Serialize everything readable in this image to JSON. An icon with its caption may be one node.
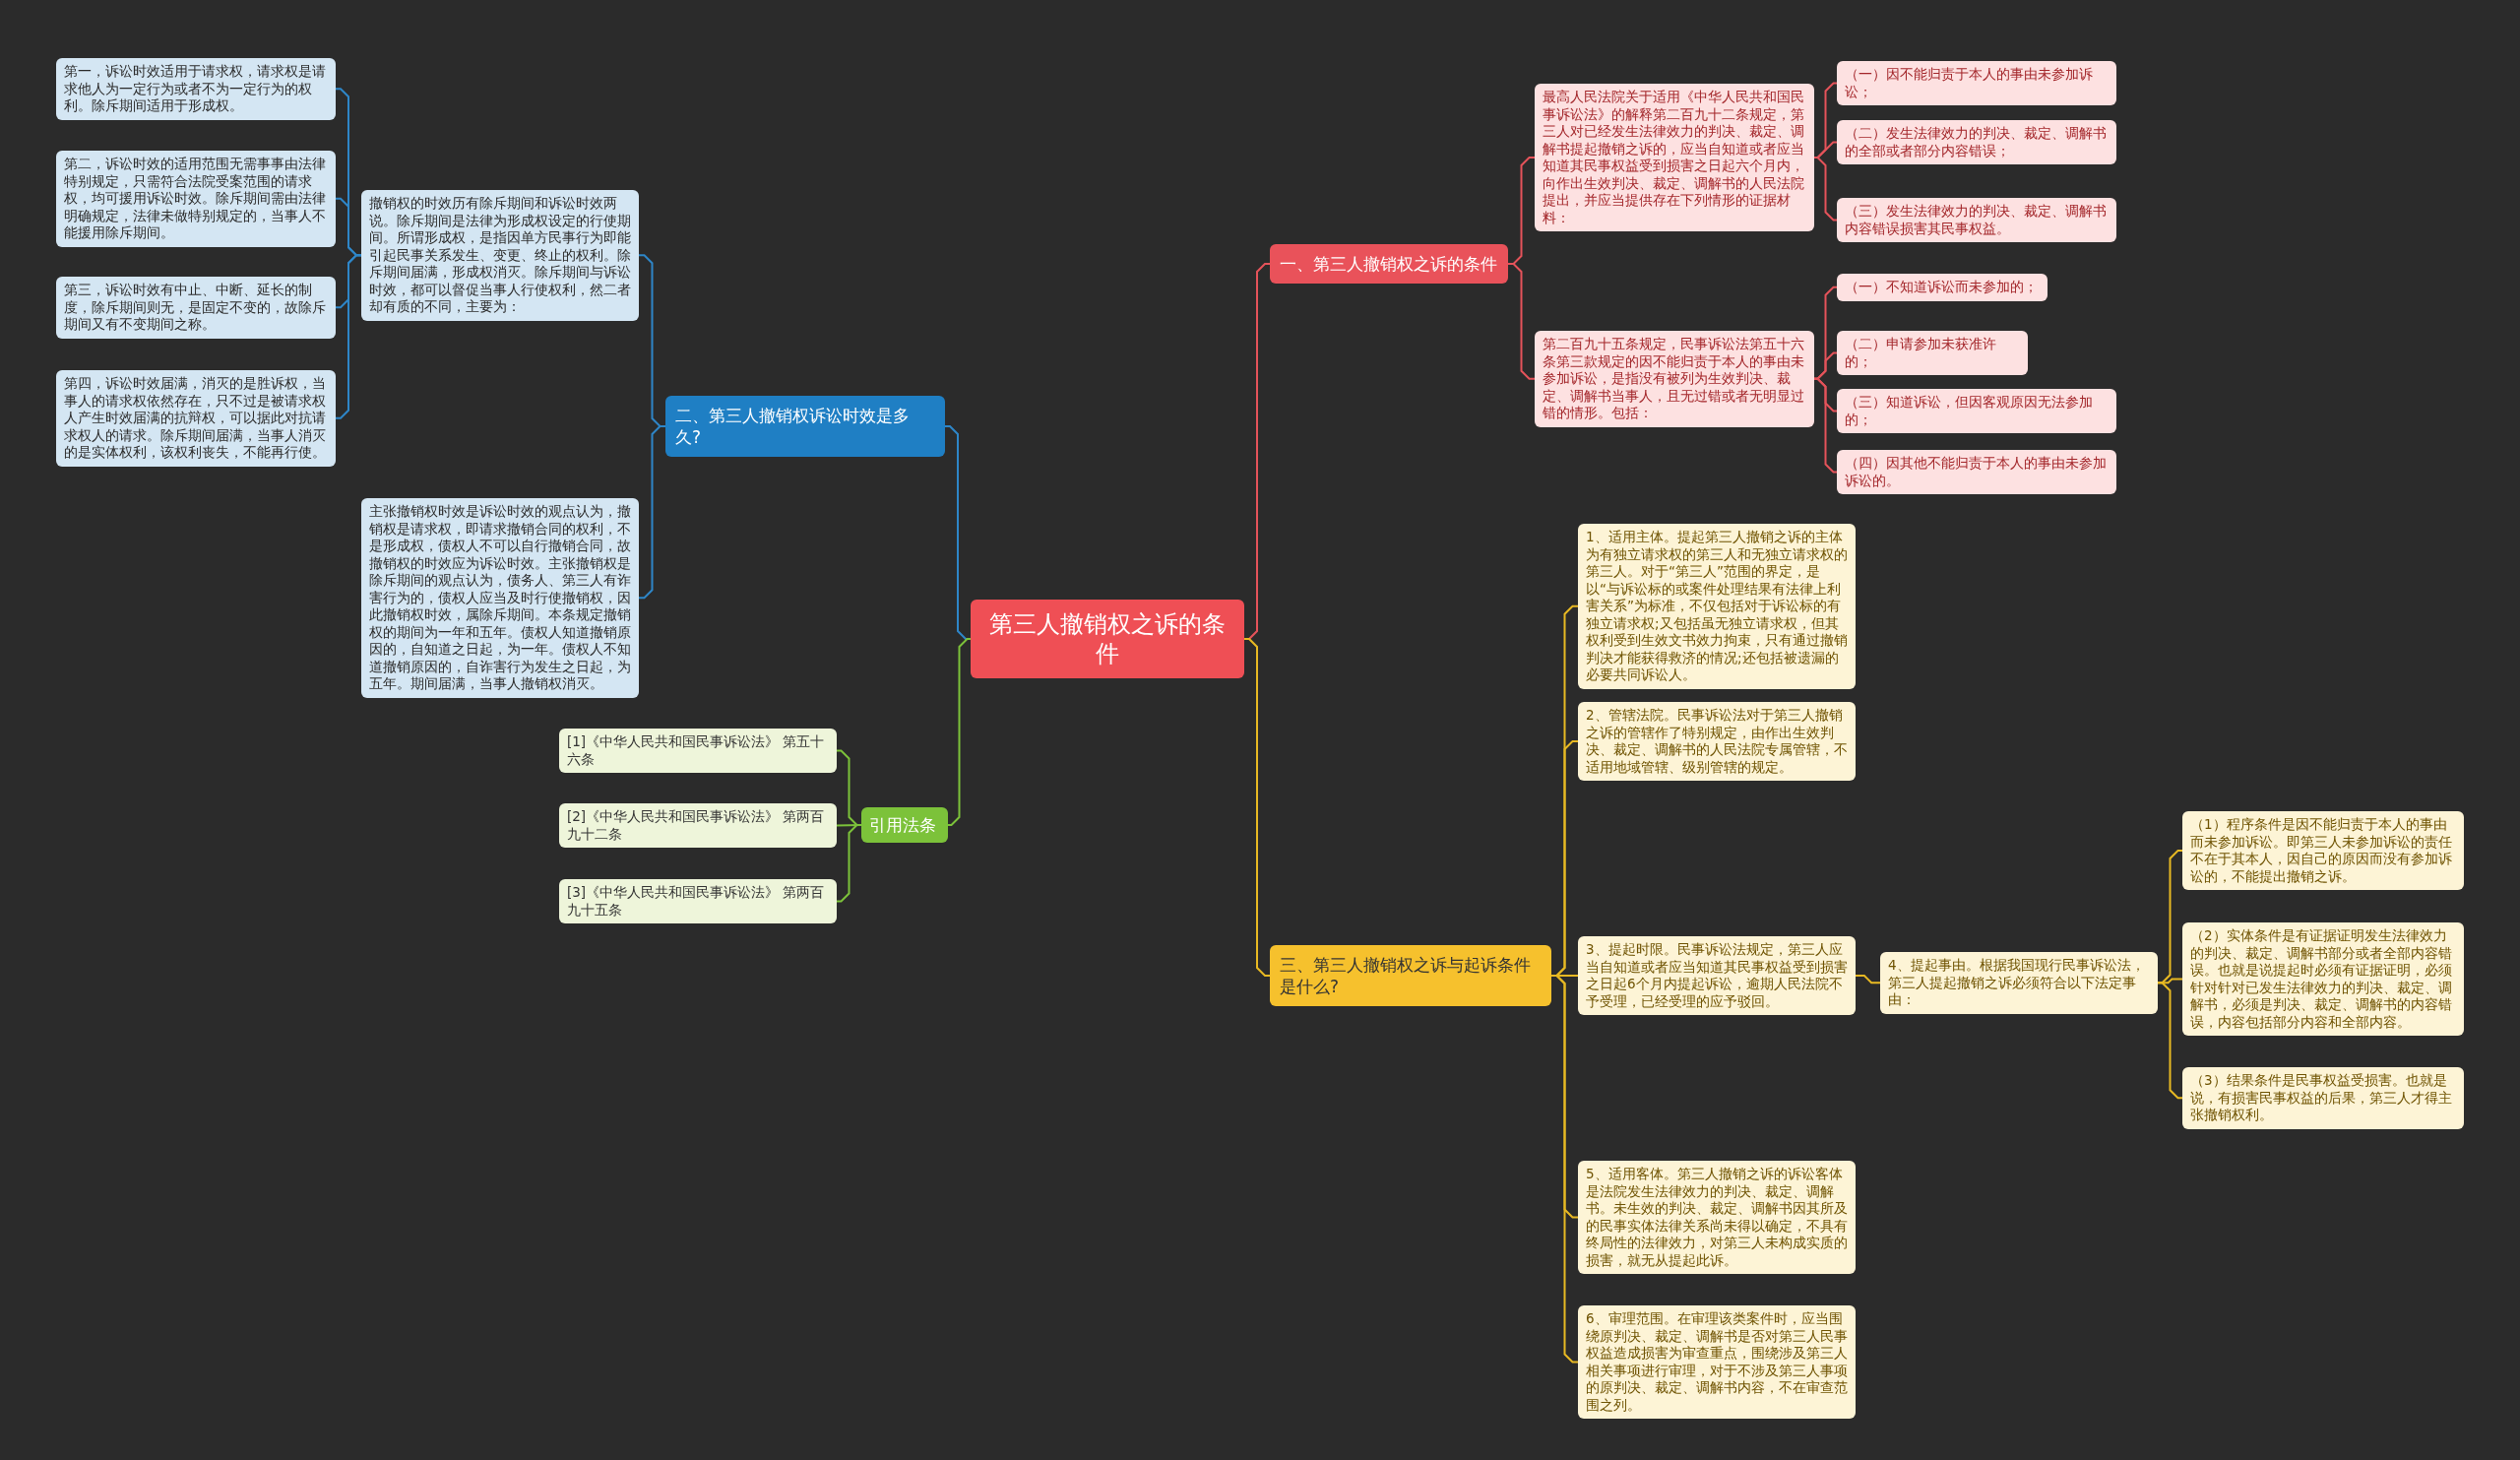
{
  "diagram": {
    "nodes": [
      {
        "text": [
          "第三人撤销权之诉的条件"
        ]
      },
      {
        "text": [
          "一、第三人撤销权之诉的条件"
        ]
      },
      {
        "text": [
          "最高人民法院关于适用《中华人民共和国民事诉讼法》的解释第二百九十二条规定，第三人对已经发生法律效力的判决、裁定、调解书提起撤销之诉的，应当自知道或者应当知道其民事权益受到损害之日起六个月内，向作出生效判决、裁定、调解书的人民法院提出，并应当提供存在下列情形的证据材料："
        ]
      },
      {
        "text": [
          "（一）因不能归责于本人的事由未参加诉讼；"
        ]
      },
      {
        "text": [
          "（二）发生法律效力的判决、裁定、调解书的全部或者部分内容错误；"
        ]
      },
      {
        "text": [
          "（三）发生法律效力的判决、裁定、调解书内容错误损害其民事权益。"
        ]
      },
      {
        "text": [
          "第二百九十五条规定，民事诉讼法第五十六条第三款规定的因不能归责于本人的事由未参加诉讼，是指没有被列为生效判决、裁定、调解书当事人，且无过错或者无明显过错的情形。包括："
        ]
      },
      {
        "text": [
          "（一）不知道诉讼而未参加的；"
        ]
      },
      {
        "text": [
          "（二）申请参加未获准许的；"
        ]
      },
      {
        "text": [
          "（三）知道诉讼，但因客观原因无法参加的；"
        ]
      },
      {
        "text": [
          "（四）因其他不能归责于本人的事由未参加诉讼的。"
        ]
      },
      {
        "text": [
          "三、第三人撤销权之诉与起诉条件是什么?"
        ]
      },
      {
        "text": [
          "1、适用主体。提起第三人撤销之诉的主体为有独立请求权的第三人和无独立请求权的第三人。对于“第三人”范围的界定，是以“与诉讼标的或案件处理结果有法律上利害关系”为标准，不仅包括对于诉讼标的有独立请求权;又包括虽无独立请求权，但其权利受到生效文书效力拘束，只有通过撤销判决才能获得救济的情况;还包括被遗漏的必要共同诉讼人。"
        ]
      },
      {
        "text": [
          "2、管辖法院。民事诉讼法对于第三人撤销之诉的管辖作了特别规定，由作出生效判决、裁定、调解书的人民法院专属管辖，不适用地域管辖、级别管辖的规定。"
        ]
      },
      {
        "text": [
          "3、提起时限。民事诉讼法规定，第三人应当自知道或者应当知道其民事权益受到损害之日起6个月内提起诉讼，逾期人民法院不予受理，已经受理的应予驳回。"
        ]
      },
      {
        "text": [
          "4、提起事由。根据我国现行民事诉讼法，第三人提起撤销之诉必须符合以下法定事由："
        ]
      },
      {
        "text": [
          "（1）程序条件是因不能归责于本人的事由而未参加诉讼。即第三人未参加诉讼的责任不在于其本人，因自己的原因而没有参加诉讼的，不能提出撤销之诉。"
        ]
      },
      {
        "text": [
          "（2）实体条件是有证据证明发生法律效力的判决、裁定、调解书部分或者全部内容错误。也就是说提起时必须有证据证明，必须针对针对已发生法律效力的判决、裁定、调解书，必须是判决、裁定、调解书的内容错误，内容包括部分内容和全部内容。"
        ]
      },
      {
        "text": [
          "（3）结果条件是民事权益受损害。也就是说，有损害民事权益的后果，第三人才得主张撤销权利。"
        ]
      },
      {
        "text": [
          "5、适用客体。第三人撤销之诉的诉讼客体是法院发生法律效力的判决、裁定、调解书。未生效的判决、裁定、调解书因其所及的民事实体法律关系尚未得以确定，不具有终局性的法律效力，对第三人未构成实质的损害，就无从提起此诉。"
        ]
      },
      {
        "text": [
          "6、审理范围。在审理该类案件时，应当围绕原判决、裁定、调解书是否对第三人民事权益造成损害为审查重点，围绕涉及第三人相关事项进行审理，对于不涉及第三人事项的原判决、裁定、调解书内容，不在审查范围之列。"
        ]
      },
      {
        "text": [
          "二、第三人撤销权诉讼时效是多久?"
        ]
      },
      {
        "text": [
          "撤销权的时效历有除斥期间和诉讼时效两说。除斥期间是法律为形成权设定的行使期间。所谓形成权，是指因单方民事行为即能引起民事关系发生、变更、终止的权利。除斥期间届满，形成权消灭。除斥期间与诉讼时效，都可以督促当事人行使权利，然二者却有质的不同，主要为："
        ]
      },
      {
        "text": [
          "第一，诉讼时效适用于请求权，请求权是请求他人为一定行为或者不为一定行为的权利。除斥期间适用于形成权。"
        ]
      },
      {
        "text": [
          "第二，诉讼时效的适用范围无需事事由法律特别规定，只需符合法院受案范围的请求权，均可援用诉讼时效。除斥期间需由法律明确规定，法律未做特别规定的，当事人不能援用除斥期间。"
        ]
      },
      {
        "text": [
          "第三，诉讼时效有中止、中断、延长的制度，除斥期间则无，是固定不变的，故除斥期间又有不变期间之称。"
        ]
      },
      {
        "text": [
          "第四，诉讼时效届满，消灭的是胜诉权，当事人的请求权依然存在，只不过是被请求权人产生时效届满的抗辩权，可以据此对抗请求权人的请求。除斥期间届满，当事人消灭的是实体权利，该权利丧失，不能再行使。"
        ]
      },
      {
        "text": [
          "主张撤销权时效是诉讼时效的观点认为，撤销权是请求权，即请求撤销合同的权利，不是形成权，债权人不可以自行撤销合同，故撤销权的时效应为诉讼时效。主张撤销权是除斥期间的观点认为，债务人、第三人有诈害行为的，债权人应当及时行使撤销权，因此撤销权时效，属除斥期间。本条规定撤销权的期间为一年和五年。债权人知道撤销原因的，自知道之日起，为一年。债权人不知道撤销原因的，自诈害行为发生之日起，为五年。期间届满，当事人撤销权消灭。"
        ]
      },
      {
        "text": [
          "引用法条"
        ]
      },
      {
        "text": [
          "[1]《中华人民共和国民事诉讼法》 第五十六条"
        ]
      },
      {
        "text": [
          "[2]《中华人民共和国民事诉讼法》 第两百九十二条"
        ]
      },
      {
        "text": [
          "[3]《中华人民共和国民事诉讼法》 第两百九十五条"
        ]
      }
    ],
    "edges": [
      {
        "from": 0,
        "to": 1,
        "arrow": "none",
        "color": "#e5535a"
      },
      {
        "from": 1,
        "to": 2,
        "arrow": "none",
        "color": "#e5535a"
      },
      {
        "from": 2,
        "to": 3,
        "arrow": "none",
        "color": "#e5535a"
      },
      {
        "from": 2,
        "to": 4,
        "arrow": "none",
        "color": "#e5535a"
      },
      {
        "from": 2,
        "to": 5,
        "arrow": "none",
        "color": "#e5535a"
      },
      {
        "from": 1,
        "to": 6,
        "arrow": "none",
        "color": "#e5535a"
      },
      {
        "from": 6,
        "to": 7,
        "arrow": "none",
        "color": "#e5535a"
      },
      {
        "from": 6,
        "to": 8,
        "arrow": "none",
        "color": "#e5535a"
      },
      {
        "from": 6,
        "to": 9,
        "arrow": "none",
        "color": "#e5535a"
      },
      {
        "from": 6,
        "to": 10,
        "arrow": "none",
        "color": "#e5535a"
      },
      {
        "from": 0,
        "to": 11,
        "arrow": "none",
        "color": "#e8b923"
      },
      {
        "from": 11,
        "to": 12,
        "arrow": "none",
        "color": "#e8b923"
      },
      {
        "from": 11,
        "to": 13,
        "arrow": "none",
        "color": "#e8b923"
      },
      {
        "from": 11,
        "to": 14,
        "arrow": "none",
        "color": "#e8b923"
      },
      {
        "from": 14,
        "to": 15,
        "arrow": "none",
        "color": "#e8b923"
      },
      {
        "from": 15,
        "to": 16,
        "arrow": "none",
        "color": "#e8b923"
      },
      {
        "from": 15,
        "to": 17,
        "arrow": "none",
        "color": "#e8b923"
      },
      {
        "from": 15,
        "to": 18,
        "arrow": "none",
        "color": "#e8b923"
      },
      {
        "from": 11,
        "to": 19,
        "arrow": "none",
        "color": "#e8b923"
      },
      {
        "from": 11,
        "to": 20,
        "arrow": "none",
        "color": "#e8b923"
      },
      {
        "from": 0,
        "to": 21,
        "arrow": "none",
        "color": "#2e86c8"
      },
      {
        "from": 21,
        "to": 22,
        "arrow": "none",
        "color": "#2e86c8"
      },
      {
        "from": 22,
        "to": 23,
        "arrow": "none",
        "color": "#2e86c8"
      },
      {
        "from": 22,
        "to": 24,
        "arrow": "none",
        "color": "#2e86c8"
      },
      {
        "from": 22,
        "to": 25,
        "arrow": "none",
        "color": "#2e86c8"
      },
      {
        "from": 22,
        "to": 26,
        "arrow": "none",
        "color": "#2e86c8"
      },
      {
        "from": 21,
        "to": 27,
        "arrow": "none",
        "color": "#2e86c8"
      },
      {
        "from": 0,
        "to": 28,
        "arrow": "none",
        "color": "#7cc23a"
      },
      {
        "from": 28,
        "to": 29,
        "arrow": "none",
        "color": "#7cc23a"
      },
      {
        "from": 28,
        "to": 30,
        "arrow": "none",
        "color": "#7cc23a"
      },
      {
        "from": 28,
        "to": 31,
        "arrow": "none",
        "color": "#7cc23a"
      }
    ]
  }
}
